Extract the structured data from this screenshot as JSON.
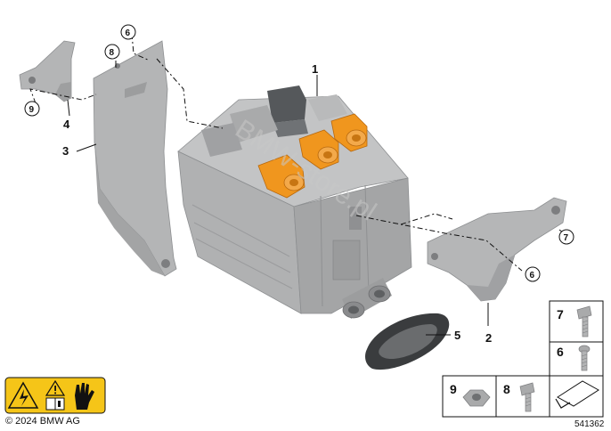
{
  "diagram": {
    "part_numbers": {
      "p1": "1",
      "p2": "2",
      "p3": "3",
      "p4": "4",
      "p5": "5",
      "p6a": "6",
      "p6b": "6",
      "p7": "7",
      "p8": "8",
      "p9": "9"
    },
    "fastener_table": {
      "r7": "7",
      "r6": "6",
      "r9": "9",
      "r8": "8"
    },
    "copyright": "© 2024 BMW AG",
    "diagram_id": "541362",
    "watermark": "BMW-store.pl"
  },
  "colors": {
    "part_gray": "#b9babb",
    "part_dark": "#8d8f91",
    "connector_orange": "#f0961e",
    "warning_yellow": "#f5c518",
    "border": "#111111"
  },
  "icons": [
    "high-voltage-warning-icon",
    "caution-triangle-icon",
    "read-manual-icon",
    "protective-glove-icon",
    "arrow-symbol-icon"
  ]
}
